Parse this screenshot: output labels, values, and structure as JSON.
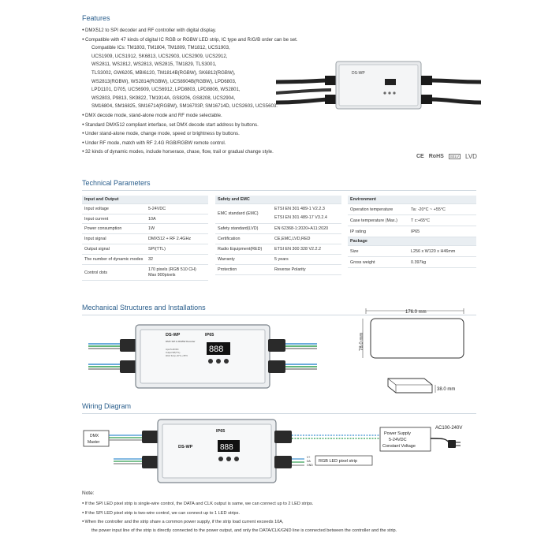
{
  "sections": {
    "features": "Features",
    "technical": "Technical Parameters",
    "mechanical": "Mechanical Structures and Installations",
    "wiring": "Wiring Diagram",
    "note": "Note:"
  },
  "features": [
    "DMX512 to SPI decoder and RF controller with digital display.",
    "Compatible with 47 kinds of digital IC RGB or RGBW LED strip, IC type and R/G/B order can be set.",
    "Compatible ICs:  TM1803,  TM1804,  TM1809,  TM1812,  UCS1903,",
    "UCS1909,  UCS1912,  SK6813,  UCS2903,  UCS2909,  UCS2912,",
    "WS2811,  WS2812,  WS2813,  WS2815,  TM1829,  TLS3001,",
    "TLS3002,  GW6205,  MBI6120,  TM1814B(RGBW),  SK6812(RGBW),",
    "WS2813(RGBW),  WS2814(RGBW),  UCS8904B(RGBW),  LPD6803,",
    "LPD1101,  D705,  UCS6909,  UCS6912,  LPD8803,  LPD8806,  WS2801,",
    "WS2803,  P9813,  SK9822,  TM1914A,  GS8206,  GS8208,  UCS2904,",
    "SM16804,  SM16825,  SM16714(RGBW),  SM16703P,  SM16714D,  UCS2603,  UCS5603.",
    "DMX decode mode, stand-alone mode and RF mode selectable.",
    "Standard DMX512 compliant interface, set DMX decode start address by buttons.",
    "Under stand-alone mode, change mode, speed or brightness by buttons.",
    "Under RF mode, match with RF 2.4G RGB/RGBW remote control.",
    "32 kinds of dynamic modes, include horserace, chase, flow, trail or gradual change style."
  ],
  "certs": [
    "CE",
    "RoHS",
    "SELV",
    "LVD"
  ],
  "table1": {
    "header": "Input and Output",
    "rows": [
      [
        "Input voltage",
        "5-24VDC"
      ],
      [
        "Input current",
        "10A"
      ],
      [
        "Power consumption",
        "1W"
      ],
      [
        "Input signal",
        "DMX512 + RF 2.4GHz"
      ],
      [
        "Output signal",
        "SPI(TTL)"
      ],
      [
        "The number of dynamic modes",
        "32"
      ],
      [
        "Control dots",
        "170 pixels (RGB 510 CH)",
        "Max 900pixels"
      ]
    ]
  },
  "table2": {
    "header": "Safety and EMC",
    "emc_label": "EMC standard (EMC)",
    "emc_1": "ETSI EN 301 489-1 V2.2.3",
    "emc_2": "ETSI EN 301 489-17 V3.2.4",
    "rows": [
      [
        "Safety standard(LVD)",
        "EN 62368-1:2020+A11:2020"
      ],
      [
        "Certification",
        "CE,EMC,LVD,RED"
      ],
      [
        "Radio Equipment(RED)",
        "ETSI EN 300 328 V2.2.2"
      ],
      [
        "Warranty",
        "5 years"
      ],
      [
        "Protection",
        "Reverse Polarity"
      ]
    ]
  },
  "table3": {
    "header": "Environment",
    "rows": [
      [
        "Operation temperature",
        "Ta: -20°C ~ +55°C"
      ],
      [
        "Case temperature (Max.)",
        "T c:+65°C"
      ],
      [
        "IP rating",
        "IP65"
      ]
    ],
    "header2": "Package",
    "rows2": [
      [
        "Size",
        "L256 x W120 x H46mm"
      ],
      [
        "Gross weight",
        "0.397kg"
      ]
    ]
  },
  "device": {
    "model": "DS-WP",
    "ip": "IP65",
    "subtitle": "DMX SPI & RGBW Decoder",
    "spec_1": "Input:5-24VDC",
    "spec_2": "Output:SPI(TTL)",
    "spec_3": "Work Temp:-20°C~+55°C",
    "display": "888"
  },
  "dimensions": {
    "length": "176.0 mm",
    "width": "78.0 mm",
    "height": "38.0 mm"
  },
  "wiring": {
    "dmx_master_1": "DMX",
    "dmx_master_2": "Master",
    "psu_1": "Power Supply",
    "psu_2": "5-24VDC",
    "psu_3": "Constant Voltage",
    "ac": "AC100-240V",
    "strip": "RGB LED pixel strip",
    "pins": [
      "V+",
      "DA",
      "GND"
    ]
  },
  "notes": [
    "If the SPI LED pixel strip is single-wire control, the DATA and CLK output is same, we can connect up to 2 LED strips.",
    "If the SPI LED pixel strip is two-wire control, we can connect up to 1 LED strips.",
    "When the controller and the strip share a common power supply, if the strip load current exceeds 10A,",
    "the power input line of the strip is directly connected to the power output, and only the DATA/CLK/GND line is connected between the controller and the strip."
  ],
  "colors": {
    "heading": "#2a5e8c",
    "table_header": "#e9eef2",
    "wire_blue": "#3a8fd0",
    "wire_green": "#2e9e4f",
    "display": "#d42020"
  }
}
